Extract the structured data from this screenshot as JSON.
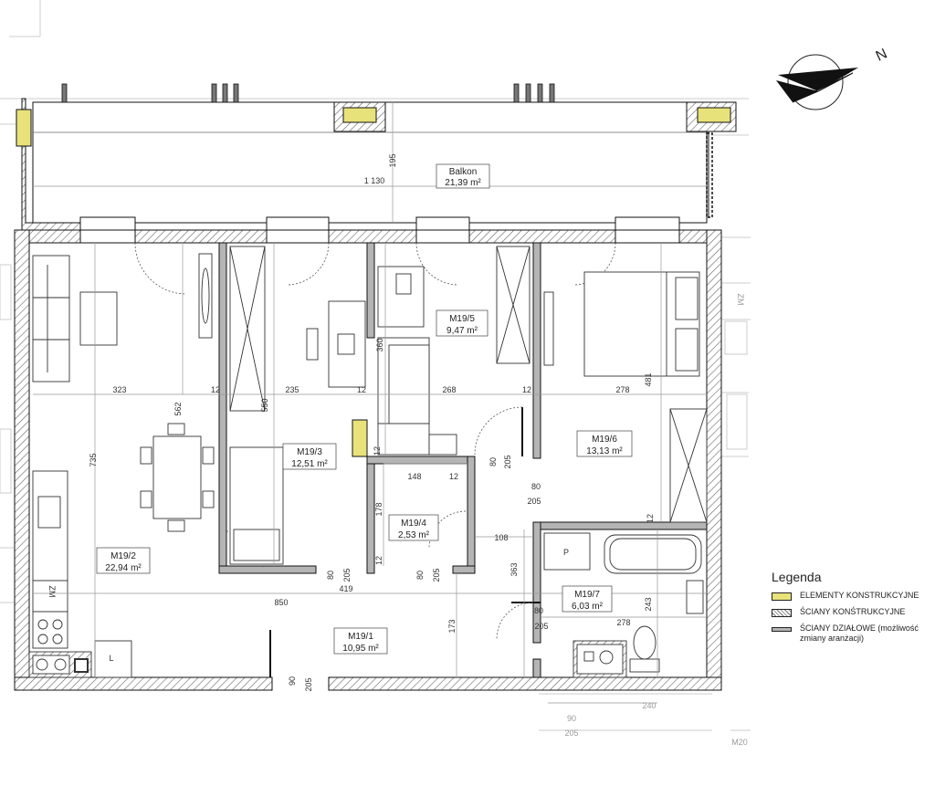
{
  "colors": {
    "wall": "#888888",
    "outline": "#111111",
    "structural": "#e8e27a",
    "line": "#444444",
    "faint": "#cccccc"
  },
  "icons": [
    "compass-icon"
  ],
  "compass": {
    "letter": "N"
  },
  "rooms": [
    {
      "id": "balkon",
      "name": "Balkon",
      "area": "21,39 m²"
    },
    {
      "id": "m19-1",
      "name": "M19/1",
      "area": "10,95 m²"
    },
    {
      "id": "m19-2",
      "name": "M19/2",
      "area": "22,94 m²"
    },
    {
      "id": "m19-3",
      "name": "M19/3",
      "area": "12,51 m²"
    },
    {
      "id": "m19-4",
      "name": "M19/4",
      "area": "2,53 m²"
    },
    {
      "id": "m19-5",
      "name": "M19/5",
      "area": "9,47 m²"
    },
    {
      "id": "m19-6",
      "name": "M19/6",
      "area": "13,13 m²"
    },
    {
      "id": "m19-7",
      "name": "M19/7",
      "area": "6,03 m²"
    }
  ],
  "dimensions": [
    "1 130",
    "195",
    "323",
    "12",
    "235",
    "12",
    "268",
    "12",
    "278",
    "562",
    "550",
    "360",
    "481",
    "735",
    "148",
    "12",
    "178",
    "12",
    "80",
    "205",
    "80",
    "205",
    "108",
    "363",
    "12",
    "80",
    "205",
    "80",
    "205",
    "80",
    "205",
    "850",
    "419",
    "173",
    "278",
    "243",
    "90",
    "205",
    "90",
    "205",
    "240",
    "12"
  ],
  "fixtures": {
    "fridge": "ZM",
    "fridge2": "ZM",
    "pantry": "L",
    "shower": "P",
    "cut_label": "M20"
  },
  "legend": {
    "title": "Legenda",
    "items": [
      {
        "label": "ELEMENTY KONSTRUKCYJNE",
        "type": "structural"
      },
      {
        "label": "ŚCIANY KONŚTRUKCYJNE",
        "type": "hatched"
      },
      {
        "label": "ŚCIANY DZIAŁOWE (możliwość zmiany aranżacji)",
        "type": "partition"
      }
    ]
  }
}
